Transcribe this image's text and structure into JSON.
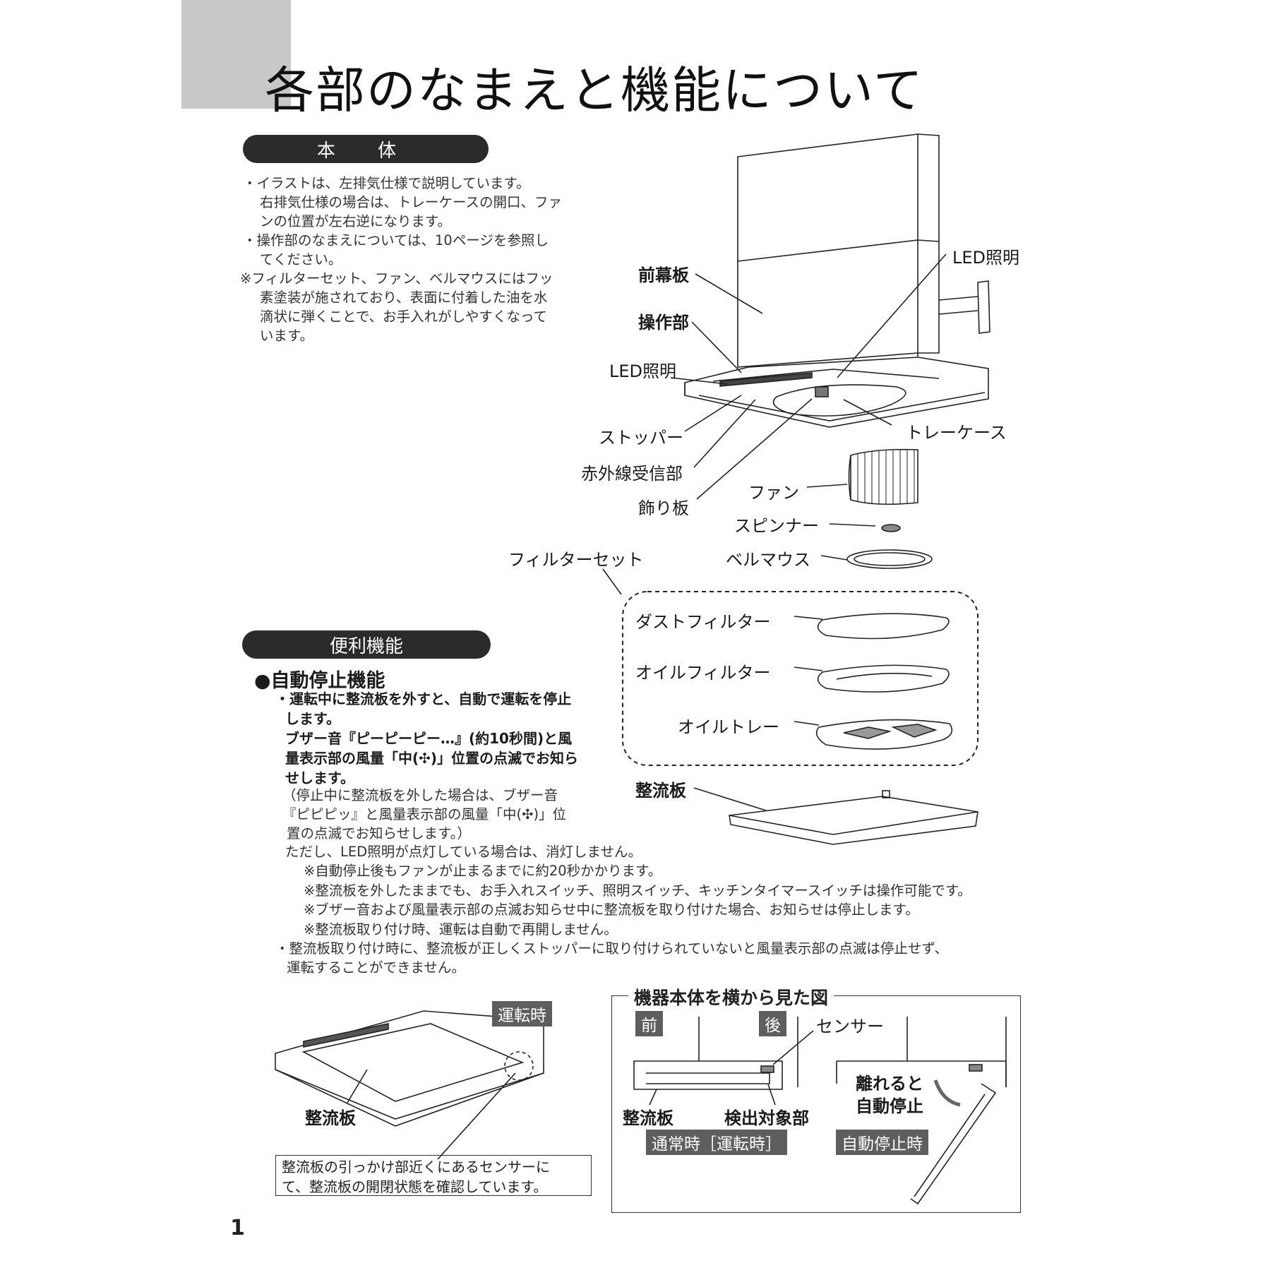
{
  "header": {
    "title": "各部のなまえと機能について"
  },
  "sections": {
    "body_heading": "本 体",
    "features_heading": "便利機能"
  },
  "body_notes": [
    "・イラストは、左排気仕様で説明しています。",
    "右排気仕様の場合は、トレーケースの開口、ファ",
    "ンの位置が左右逆になります。",
    "・操作部のなまえについては、10ページを参照し",
    "てください。",
    "※フィルターセット、ファン、ベルマウスにはフッ",
    "素塗装が施されており、表面に付着した油を水",
    "滴状に弾くことで、お手入れがしやすくなって",
    "います。"
  ],
  "diagram_labels": {
    "front_panel": "前幕板",
    "control": "操作部",
    "led_left": "LED照明",
    "led_right": "LED照明",
    "stopper": "ストッパー",
    "ir_receiver": "赤外線受信部",
    "deco_plate": "飾り板",
    "tray_case": "トレーケース",
    "fan": "ファン",
    "spinner": "スピンナー",
    "bellmouth": "ベルマウス",
    "filter_set": "フィルターセット",
    "dust_filter": "ダストフィルター",
    "oil_filter": "オイルフィルター",
    "oil_tray": "オイルトレー",
    "rectifier": "整流板"
  },
  "features": {
    "auto_stop_title": "●自動停止機能",
    "bold_lines": [
      "・運転中に整流板を外すと、自動で運転を停止",
      "します。",
      "ブザー音『ピーピーピー…』(約10秒間)と風",
      "量表示部の風量「中(✣)」位置の点滅でお知ら",
      "せします。"
    ],
    "paren_lines": [
      "（停止中に整流板を外した場合は、ブザー音",
      "『ピピピッ』と風量表示部の風量「中(✣)」位",
      "置の点滅でお知らせします。）"
    ],
    "plain_lines": [
      "ただし、LED照明が点灯している場合は、消灯しません。"
    ],
    "star_lines": [
      "※自動停止後もファンが止まるまでに約20秒かかります。",
      "※整流板を外したままでも、お手入れスイッチ、照明スイッチ、キッチンタイマースイッチは操作可能です。",
      "※ブザー音および風量表示部の点滅お知らせ中に整流板を取り付けた場合、お知らせは停止します。",
      "※整流板取り付け時、運転は自動で再開しません。"
    ],
    "last_bullet": [
      "・整流板取り付け時に、整流板が正しくストッパーに取り付けられていないと風量表示部の点滅は停止せず、",
      "運転することができません。"
    ]
  },
  "bottom_left": {
    "tag_running": "運転時",
    "rectifier_label": "整流板",
    "sensor_note": [
      "整流板の引っかけ部近くにあるセンサーに",
      "て、整流板の開閉状態を確認しています。"
    ]
  },
  "side_view": {
    "title": "機器本体を横から見た図",
    "front": "前",
    "rear": "後",
    "sensor": "センサー",
    "rectifier": "整流板",
    "detect_target": "検出対象部",
    "normal_tag": "通常時［運転時］",
    "auto_stop_tag": "自動停止時",
    "separate_note_1": "離れると",
    "separate_note_2": "自動停止"
  },
  "page_number": "1"
}
